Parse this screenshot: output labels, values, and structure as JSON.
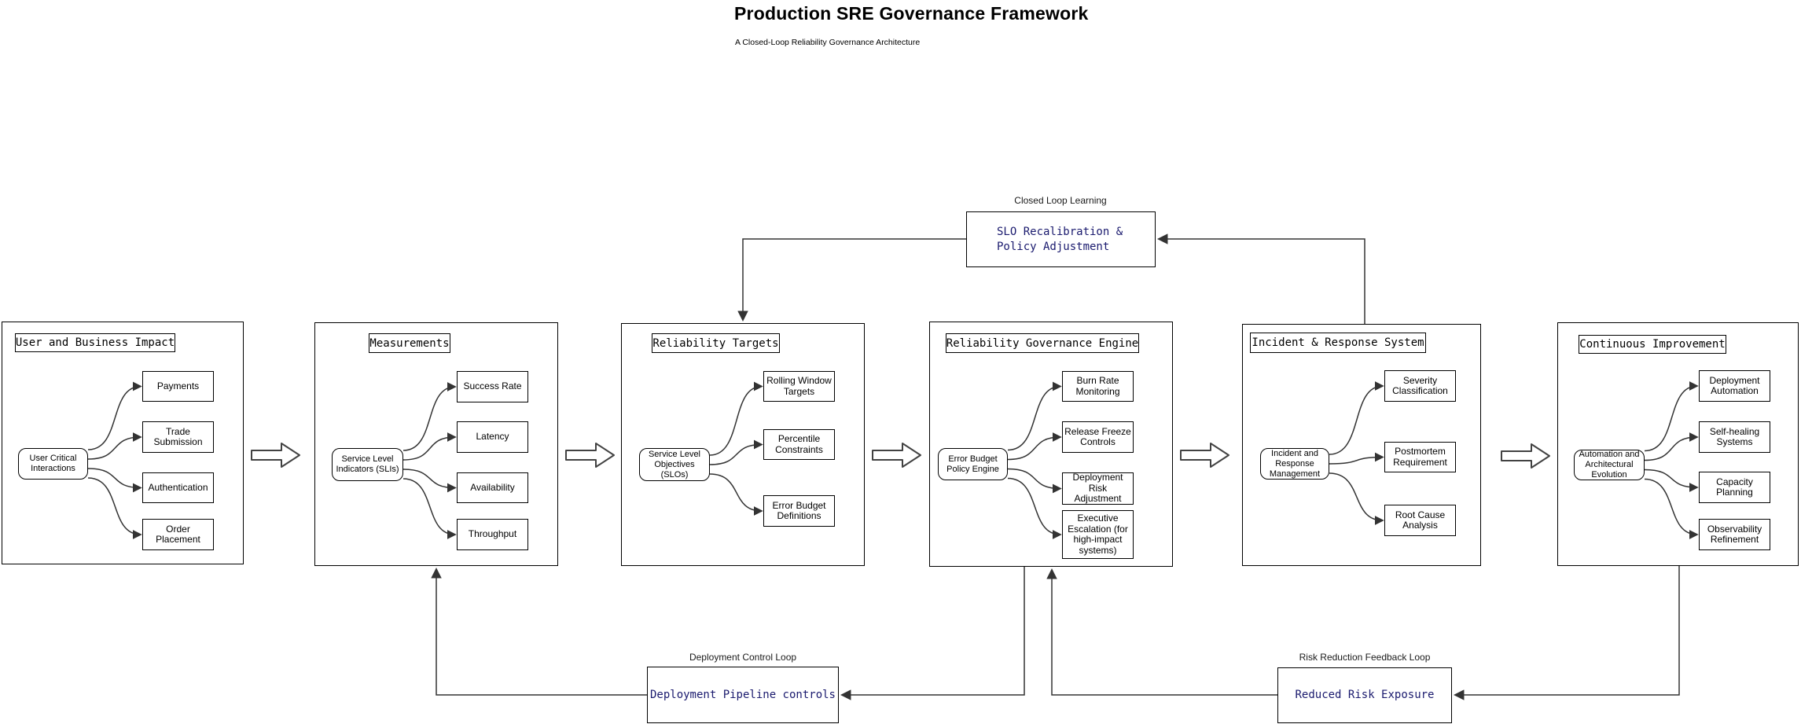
{
  "title": "Production SRE Governance Framework",
  "subtitle": "A Closed-Loop Reliability Governance Architecture",
  "colors": {
    "background": "#ffffff",
    "node_border": "#000000",
    "connector_line": "#333333",
    "loop_text_accent": "#1a1a6e"
  },
  "icons": {
    "flow_arrow_icon": "hollow-right-block-arrow"
  },
  "containers": [
    {
      "title": "User and Business Impact",
      "center": "User Critical Interactions",
      "children": [
        "Payments",
        "Trade Submission",
        "Authentication",
        "Order Placement"
      ]
    },
    {
      "title": "Measurements",
      "center": "Service Level Indicators (SLIs)",
      "children": [
        "Success Rate",
        "Latency",
        "Availability",
        "Throughput"
      ]
    },
    {
      "title": "Reliability Targets",
      "center": "Service Level Objectives (SLOs)",
      "children": [
        "Rolling Window Targets",
        "Percentile Constraints",
        "Error Budget Definitions"
      ]
    },
    {
      "title": "Reliability Governance Engine",
      "center": "Error Budget Policy Engine",
      "children": [
        "Burn Rate Monitoring",
        "Release Freeze Controls",
        "Deployment Risk Adjustment",
        "Executive Escalation (for high-impact systems)"
      ]
    },
    {
      "title": "Incident & Response System",
      "center": "Incident and Response Management",
      "children": [
        "Severity Classification",
        "Postmortem Requirement",
        "Root Cause Analysis"
      ]
    },
    {
      "title": "Continuous Improvement",
      "center": "Automation and Architectural Evolution",
      "children": [
        "Deployment Automation",
        "Self-healing Systems",
        "Capacity Planning",
        "Observability Refinement"
      ]
    }
  ],
  "loops": [
    {
      "label": "Closed Loop Learning",
      "text": "SLO Recalibration &\nPolicy Adjustment"
    },
    {
      "label": "Deployment Control Loop",
      "text": "Deployment Pipeline controls"
    },
    {
      "label": "Risk Reduction Feedback Loop",
      "text": "Reduced Risk Exposure"
    }
  ]
}
